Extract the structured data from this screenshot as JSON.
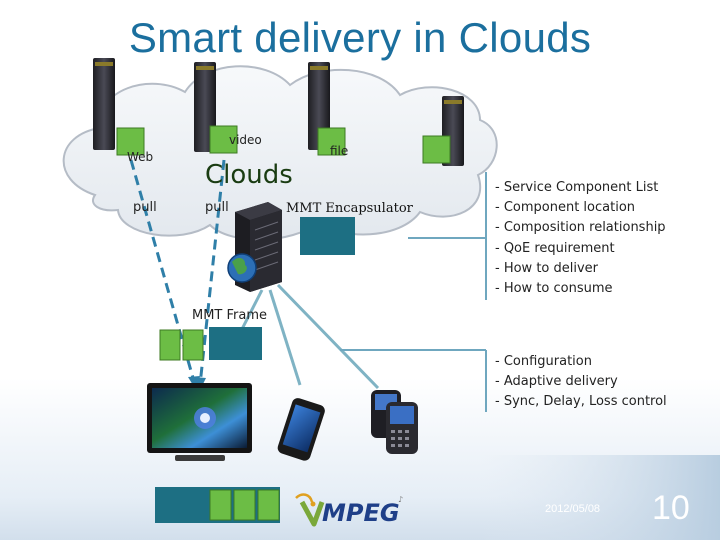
{
  "title": "Smart delivery in Clouds",
  "cloud": {
    "label_web": "Web",
    "label_video": "video",
    "label_file": "file",
    "label_clouds": "Clouds",
    "label_pull_left": "pull",
    "label_pull_mid": "pull"
  },
  "encapsulator_label": "MMT Encapsulator",
  "frame_label": "MMT Frame",
  "list_top": [
    "- Service Component List",
    "- Component location",
    "- Composition relationship",
    "- QoE requirement",
    "- How to deliver",
    "- How to consume"
  ],
  "list_bottom": [
    "- Configuration",
    "- Adaptive delivery",
    "- Sync, Delay, Loss control"
  ],
  "logo_text": "MPEG",
  "date": "2012/05/08",
  "page_number": "10",
  "colors": {
    "title": "#1b6f9e",
    "component_green": "#6cbd45",
    "frame_teal": "#1d6f83",
    "connector": "#7fb3c4",
    "dashed_pull": "#2f7fa8"
  }
}
